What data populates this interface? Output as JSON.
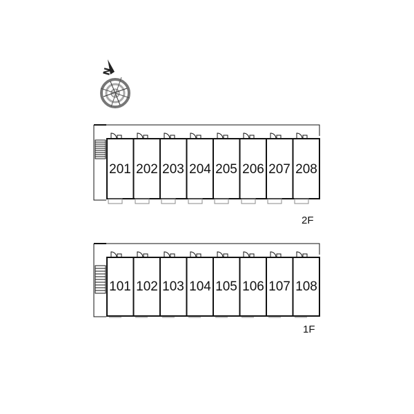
{
  "compass": {
    "north_label": "N",
    "icon": "compass-rose-icon"
  },
  "floors": [
    {
      "floor_label": "2F",
      "units": [
        "201",
        "202",
        "203",
        "204",
        "205",
        "206",
        "207",
        "208"
      ]
    },
    {
      "floor_label": "1F",
      "units": [
        "101",
        "102",
        "103",
        "104",
        "105",
        "106",
        "107",
        "108"
      ]
    }
  ],
  "colors": {
    "line": "#111111",
    "balcony": "#888888",
    "compass_ring": "#777777"
  }
}
